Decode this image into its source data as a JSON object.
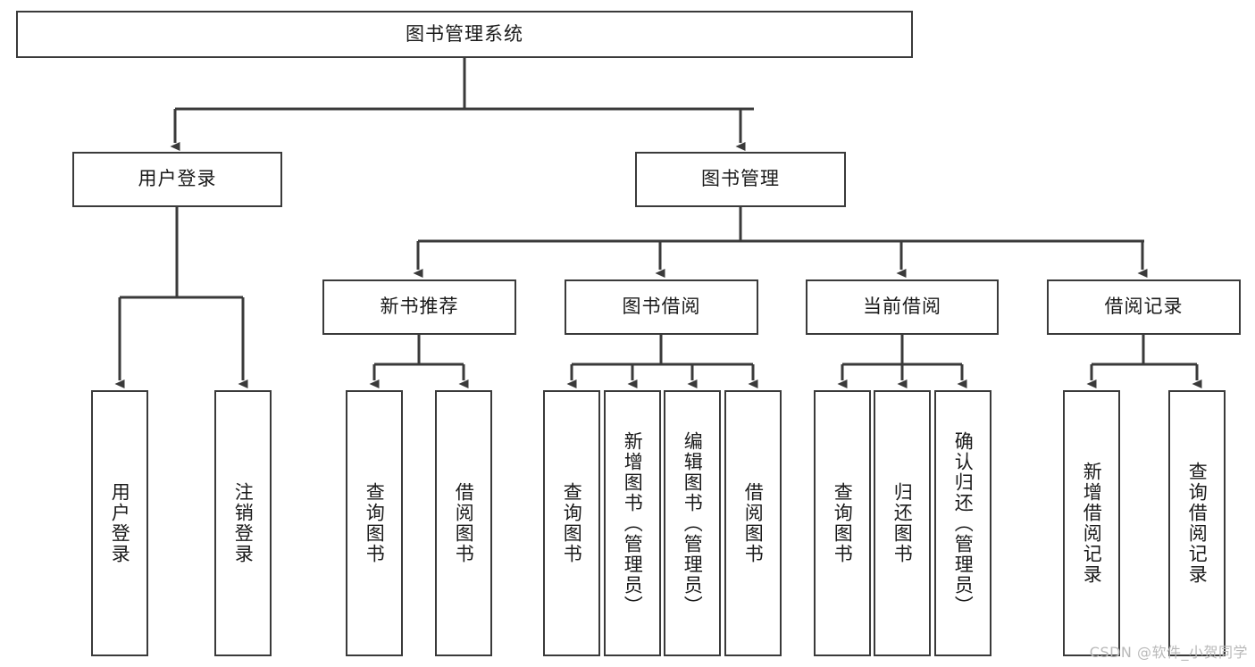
{
  "diagram": {
    "title_node": {
      "label": "图书管理系统"
    },
    "level2": [
      {
        "id": "user-login",
        "label": "用户登录"
      },
      {
        "id": "book-management",
        "label": "图书管理"
      }
    ],
    "level3": [
      {
        "id": "new-book-recommend",
        "label": "新书推荐"
      },
      {
        "id": "book-borrow",
        "label": "图书借阅"
      },
      {
        "id": "current-borrow",
        "label": "当前借阅"
      },
      {
        "id": "borrow-record",
        "label": "借阅记录"
      }
    ],
    "leaves": {
      "user_login": [
        {
          "id": "leaf-user-login",
          "label": "用户登录"
        },
        {
          "id": "leaf-logout-login",
          "label": "注销登录"
        }
      ],
      "new_book_recommend": [
        {
          "id": "leaf-query-book-1",
          "label": "查询图书"
        },
        {
          "id": "leaf-borrow-book-1",
          "label": "借阅图书"
        }
      ],
      "book_borrow": [
        {
          "id": "leaf-query-book-2",
          "label": "查询图书"
        },
        {
          "id": "leaf-add-book",
          "label": "新增图书（管理员）"
        },
        {
          "id": "leaf-edit-book",
          "label": "编辑图书（管理员）"
        },
        {
          "id": "leaf-borrow-book-2",
          "label": "借阅图书"
        }
      ],
      "current_borrow": [
        {
          "id": "leaf-query-book-3",
          "label": "查询图书"
        },
        {
          "id": "leaf-return-book",
          "label": "归还图书"
        },
        {
          "id": "leaf-confirm-return",
          "label": "确认归还（管理员）"
        }
      ],
      "borrow_record": [
        {
          "id": "leaf-add-borrow-record",
          "label": "新增借阅记录"
        },
        {
          "id": "leaf-query-borrow-record",
          "label": "查询借阅记录"
        }
      ]
    },
    "watermark": "CSDN @软件_小贺同学",
    "colors": {
      "stroke": "#3a3a3a",
      "background": "#ffffff",
      "text": "#1a1a1a",
      "watermark": "#b9b9b9"
    }
  }
}
